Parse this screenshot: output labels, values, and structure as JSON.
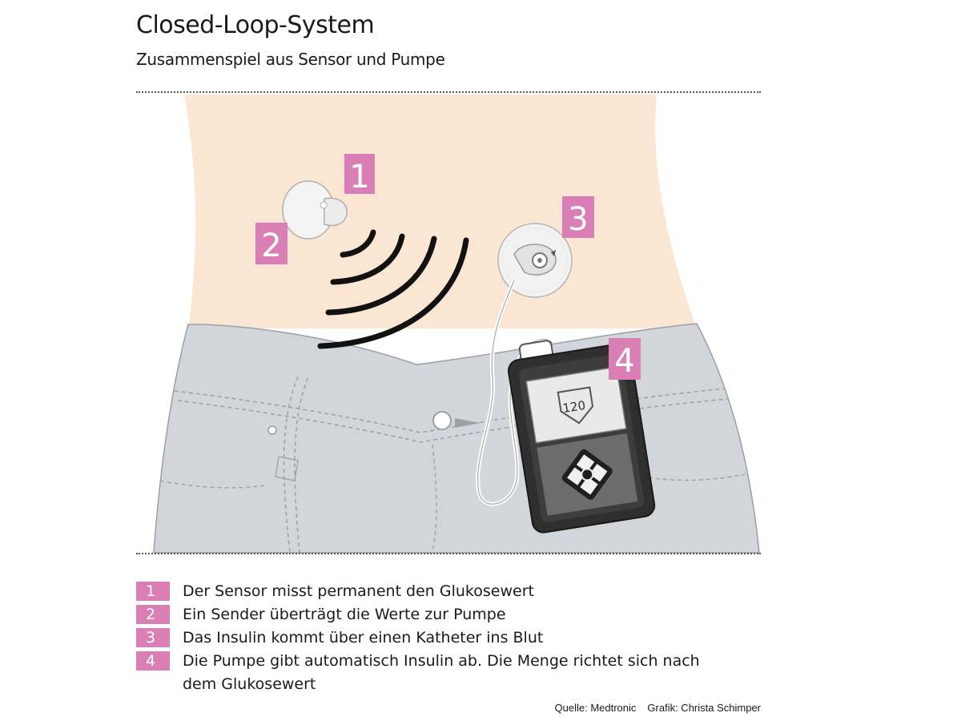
{
  "header": {
    "title": "Closed-Loop-System",
    "subtitle": "Zusammenspiel aus Sensor und Pumpe"
  },
  "markers": [
    "1",
    "2",
    "3",
    "4"
  ],
  "pump_display": "120",
  "legend": [
    {
      "num": "1",
      "text": "Der Sensor misst permanent den Glukosewert"
    },
    {
      "num": "2",
      "text": "Ein Sender überträgt die Werte zur Pumpe"
    },
    {
      "num": "3",
      "text": "Das Insulin kommt über einen Katheter ins Blut"
    },
    {
      "num": "4",
      "text": "Die Pumpe gibt automatisch Insulin ab. Die Menge richtet sich nach dem Glukosewert"
    }
  ],
  "footer": {
    "source": "Quelle: Medtronic",
    "credit": "Grafik: Christa Schimper"
  },
  "colors": {
    "skin": "#fbe6d3",
    "jeans": "#d2d6db",
    "marker": "#d97fb5",
    "pump_body": "#3a3a3a"
  }
}
